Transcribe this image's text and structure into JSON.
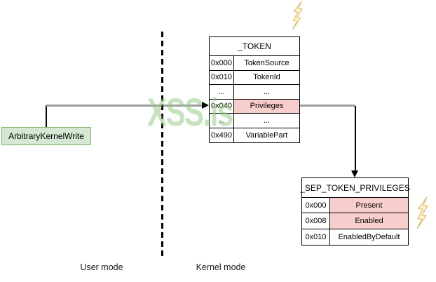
{
  "watermark": "XSS.is",
  "exploit_box": {
    "label": "ArbitraryKernelWrite"
  },
  "labels": {
    "user_mode": "User mode",
    "kernel_mode": "Kernel mode"
  },
  "token_table": {
    "title": "_TOKEN",
    "rows": [
      {
        "offset": "0x000",
        "field": "TokenSource",
        "highlight": false
      },
      {
        "offset": "0x010",
        "field": "TokenId",
        "highlight": false
      },
      {
        "offset": "...",
        "field": "...",
        "highlight": false
      },
      {
        "offset": "0x040",
        "field": "Privileges",
        "highlight": true
      },
      {
        "offset": "...",
        "field": "...",
        "highlight": false
      },
      {
        "offset": "0x490",
        "field": "VariablePart",
        "highlight": false
      }
    ]
  },
  "sep_table": {
    "title": "_SEP_TOKEN_PRIVILEGES",
    "rows": [
      {
        "offset": "0x000",
        "field": "Present",
        "highlight": true
      },
      {
        "offset": "0x008",
        "field": "Enabled",
        "highlight": true
      },
      {
        "offset": "0x010",
        "field": "EnabledByDefault",
        "highlight": false
      }
    ]
  },
  "colors": {
    "green_fill": "#d5e8d4",
    "green_border": "#82b366",
    "highlight_fill": "#f8cecc",
    "bolt_fill": "#fff2cc",
    "bolt_stroke": "#d6b656",
    "watermark_color": "#8fc97e",
    "connector_gray": "#9e9e9e",
    "line_black": "#000000"
  }
}
